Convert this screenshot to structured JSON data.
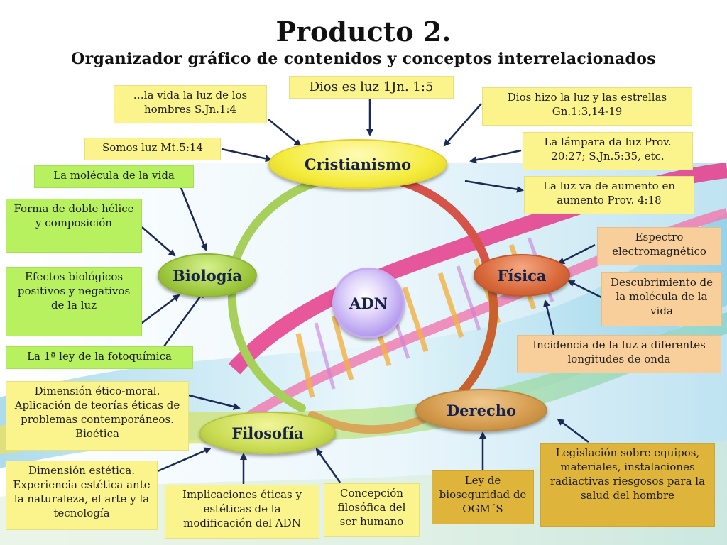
{
  "title": "Producto 2.",
  "subtitle": "Organizador gráfico de contenidos y conceptos interrelacionados",
  "center": "ADN",
  "nodes": {
    "cristianismo": "Cristianismo",
    "biologia": "Biología",
    "fisica": "Física",
    "derecho": "Derecho",
    "filosofia": "Filosofía"
  },
  "boxes": {
    "dios_es_luz": "Dios es luz 1Jn. 1:5",
    "vida_luz": "…la vida la luz de los hombres  S.Jn.1:4",
    "dios_hizo": "Dios hizo la luz y las estrellas Gn.1:3,14-19",
    "somos_luz": "Somos luz Mt.5:14",
    "lampara": "La lámpara da luz Prov. 20:27; S.Jn.5:35, etc.",
    "molecula": "La molécula de la vida",
    "luz_aumento": "La luz va de aumento en aumento  Prov. 4:18",
    "doble_helice": "Forma de doble hélice y composición",
    "espectro": "Espectro electromagnético",
    "efectos": "Efectos biológicos positivos y negativos de la luz",
    "descubrimiento": "Descubrimiento de la molécula de la vida",
    "fotoquimica": "La 1ª  ley de la fotoquímica",
    "incidencia": "Incidencia de la luz a diferentes longitudes de onda",
    "etico_moral": "Dimensión ético-moral. Aplicación de teorías éticas de problemas contemporáneos. Bioética",
    "estetica": "Dimensión estética. Experiencia estética ante la naturaleza, el arte y la tecnología",
    "implicaciones": "Implicaciones éticas y estéticas de la modificación del ADN",
    "concepcion": "Concepción filosófica del ser humano",
    "bioseguridad": "Ley de bioseguridad de OGM´S",
    "legislacion": "Legislación sobre equipos, materiales, instalaciones radiactivas riesgosos para la salud del hombre"
  },
  "colors": {
    "yellow_box": "#fbf48d",
    "green_box": "#b7f160",
    "peach_box": "#f8cf9a",
    "gold_box": "#dfb43a",
    "arrow": "#1b2a55"
  }
}
